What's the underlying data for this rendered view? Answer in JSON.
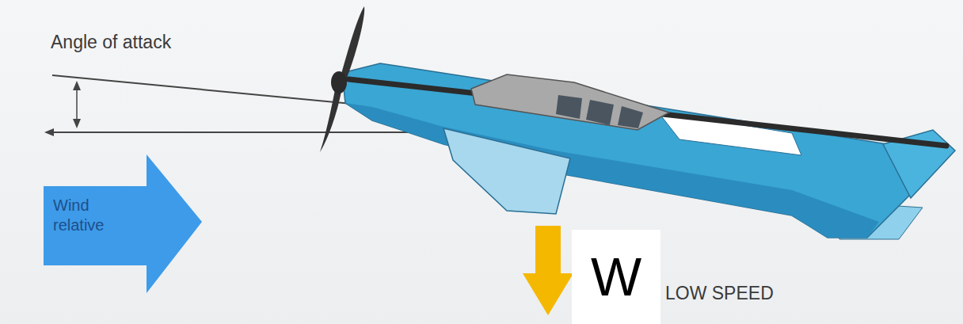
{
  "diagram": {
    "nodes": [
      {
        "text": [
          "Wind relative"
        ]
      },
      {
        "text": [
          "W"
        ]
      }
    ],
    "labels": [
      "Angle of attack",
      "LOW SPEED"
    ]
  }
}
